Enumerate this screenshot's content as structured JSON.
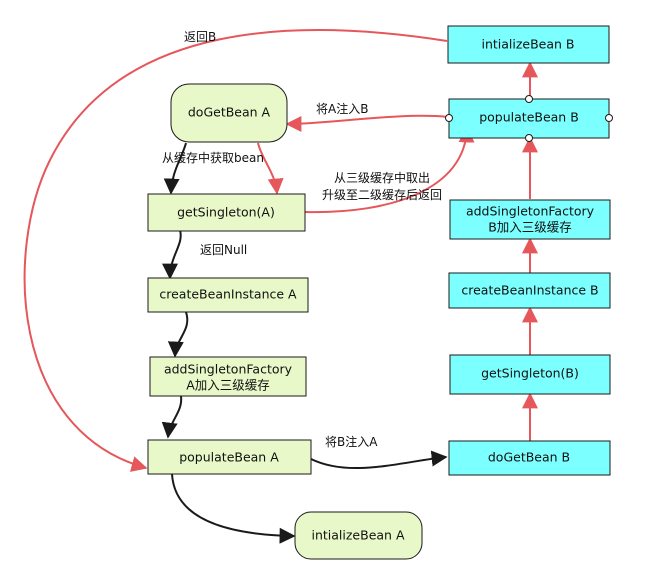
{
  "colors": {
    "green_fill": "#E8F8C9",
    "cyan_fill": "#7CFFFF",
    "black_arrow": "#1a1a1a",
    "red_arrow": "#E5575B"
  },
  "nodes": {
    "doget_a": "doGetBean  A",
    "getsingleton_a": "getSingleton(A)",
    "create_a": "createBeanInstance  A",
    "addfactory_a_1": "addSingletonFactory",
    "addfactory_a_2": "A加入三级缓存",
    "populate_a": "populateBean  A",
    "init_a": "intializeBean  A",
    "init_b": "intializeBean  B",
    "populate_b": "populateBean  B",
    "addfactory_b_1": "addSingletonFactory",
    "addfactory_b_2": "B加入三级缓存",
    "create_b": "createBeanInstance  B",
    "getsingleton_b": "getSingleton(B)",
    "doget_b": "doGetBean B"
  },
  "labels": {
    "return_b": "返回B",
    "inject_a_into_b": "将A注入B",
    "get_from_cache": "从缓存中获取bean",
    "from_l3_1": "从三级缓存中取出",
    "from_l3_2": "升级至二级缓存后返回",
    "return_null": "返回Null",
    "inject_b_into_a": "将B注入A"
  }
}
